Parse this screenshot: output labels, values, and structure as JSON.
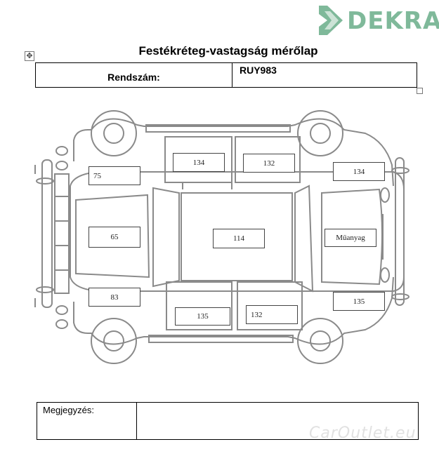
{
  "header": {
    "logo_text": "DEKRA",
    "brand_color": "#7fb99a",
    "title": "Festékréteg-vastagság mérőlap"
  },
  "plate": {
    "label": "Rendszám:",
    "value": "RUY983"
  },
  "measurements": {
    "left_rear_door_top": "134",
    "right_rear_door_top": "132",
    "rear_top": "75",
    "front_top": "134",
    "rear_center": "65",
    "roof": "114",
    "front_center": "Műanyag",
    "rear_bottom": "83",
    "left_door_bottom": "135",
    "right_door_bottom": "132",
    "front_bottom": "135"
  },
  "notes": {
    "label": "Megjegyzés:",
    "value": ""
  },
  "watermark": "CarOutlet.eu",
  "icons": {
    "logo": "dekra-logo-icon",
    "move": "table-move-handle-icon"
  }
}
